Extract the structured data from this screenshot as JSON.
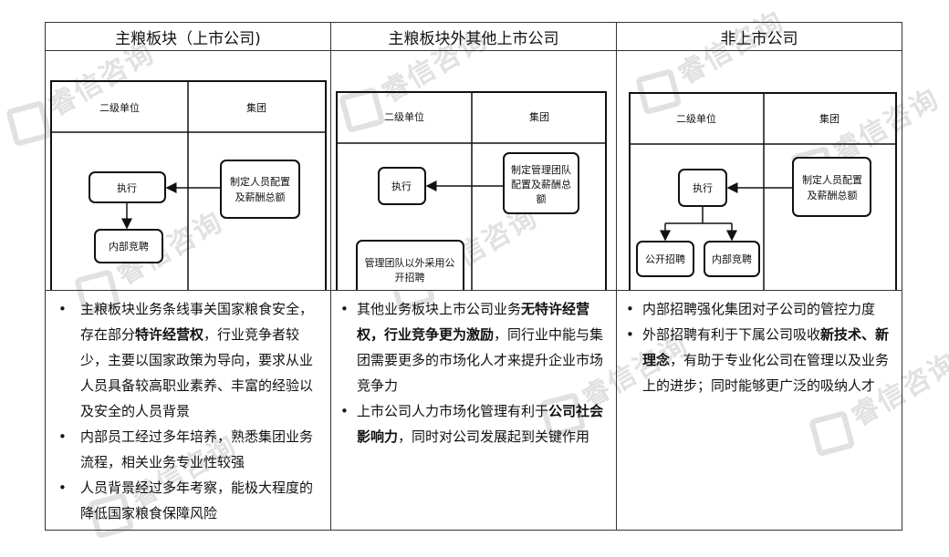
{
  "watermark": "睿信咨询",
  "columns": [
    {
      "header": "主粮板块（上市公司)",
      "diagram": {
        "lanes": [
          "二级单位",
          "集团"
        ],
        "boxes": [
          "执行",
          "内部竞聘",
          "制定人员配置\n及薪酬总额"
        ]
      },
      "bullets": [
        [
          "主粮板块业务条线事关国家粮食安全，存在部分",
          "特许经营权",
          "，行业竞争者较少，主要以国家政策为导向，要求从业人员具备较高职业素养、丰富的经验以及安全的人员背景"
        ],
        [
          "内部员工经过多年培养，熟悉集团业务流程，相关业务专业性较强"
        ],
        [
          "人员背景经过多年考察，能极大程度的降低国家粮食保障风险"
        ]
      ]
    },
    {
      "header": "主粮板块外其他上市公司",
      "diagram": {
        "lanes": [
          "二级单位",
          "集团"
        ],
        "boxes": [
          "执行",
          "管理团队以外采用公\n开招聘",
          "制定管理团队\n配置及薪酬总\n额"
        ]
      },
      "bullets": [
        [
          "其他业务板块上市公司业务",
          "无特许经营权，行业竞争更为激励",
          "，同行业中能与集团需要更多的市场化人才来提升企业市场竞争力"
        ],
        [
          "上市公司人力市场化管理有利于",
          "公司社会影响力",
          "，同时对公司发展起到关键作用"
        ]
      ]
    },
    {
      "header": "非上市公司",
      "diagram": {
        "lanes": [
          "二级单位",
          "集团"
        ],
        "boxes": [
          "执行",
          "公开招聘",
          "内部竞聘",
          "制定人员配置\n及薪酬总额"
        ]
      },
      "bullets": [
        [
          "内部招聘强化集团对子公司的管控力度"
        ],
        [
          "外部招聘有利于下属公司吸收",
          "新技术、新理念",
          "，有助于专业化公司在管理以及业务上的进步；同时能够更广泛的吸纳人才"
        ]
      ]
    }
  ]
}
